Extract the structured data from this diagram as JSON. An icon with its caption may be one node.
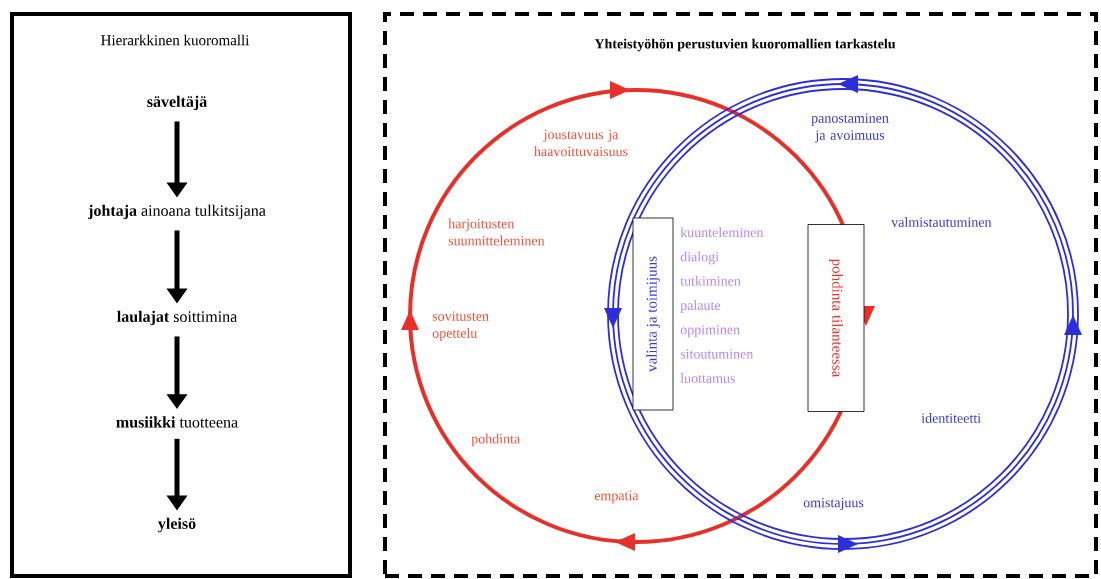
{
  "diagram": {
    "nodes": [
      {
        "text": [
          "Hierarkkinen kuoromalli"
        ]
      },
      {
        "text": [
          "säveltäjä"
        ],
        "in": 0
      },
      {
        "text": [
          "**johtaja** ainoana tulkitsijana"
        ],
        "in": 0
      },
      {
        "text": [
          "**laulajat** soittimina"
        ],
        "in": 0
      },
      {
        "text": [
          "**musiikki** tuotteena"
        ],
        "in": 0
      },
      {
        "text": [
          "yleisö"
        ],
        "in": 0
      },
      {
        "text": [
          "Yhteistyöhön perustuvien kuoromallien tarkastelu"
        ]
      },
      {
        "text": [
          "valinta ja toimijuus"
        ],
        "in": 6
      },
      {
        "text": [
          "pohdinta tilanteessa"
        ],
        "in": 6
      }
    ],
    "edges": [
      {
        "from": 1,
        "to": 2,
        "arrow": "to"
      },
      {
        "from": 2,
        "to": 3,
        "arrow": "to"
      },
      {
        "from": 3,
        "to": 4,
        "arrow": "to"
      },
      {
        "from": 4,
        "to": 5,
        "arrow": "to"
      }
    ],
    "labels": [
      "joustavuus ja haavoittuvaisuus",
      "panostaminen ja avoimuus",
      "harjoitusten suunnitteleminen",
      "valmistautuminen",
      "sovitusten opettelu",
      "pohdinta",
      "identiteetti",
      "empatia",
      "omistajuus",
      "kuunteleminen",
      "dialogi",
      "tutkiminen",
      "palaute",
      "oppiminen",
      "sitoutuminen",
      "luottamus"
    ]
  }
}
